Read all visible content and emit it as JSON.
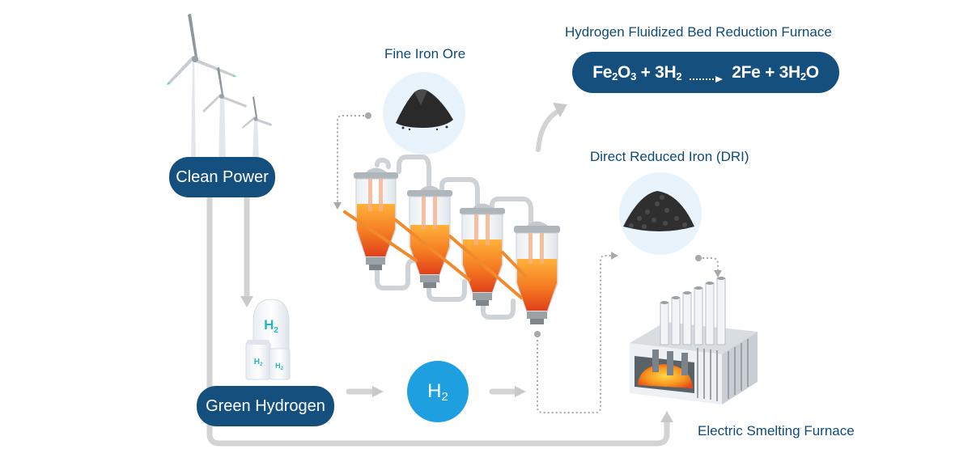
{
  "labels": {
    "clean_power": "Clean Power",
    "green_hydrogen": "Green Hydrogen",
    "fine_iron_ore": "Fine Iron Ore",
    "furnace_title": "Hydrogen Fluidized Bed Reduction Furnace",
    "dri": "Direct Reduced Iron (DRI)",
    "electric_smelting": "Electric Smelting Furnace"
  },
  "h2_symbol": {
    "element": "H",
    "subscript": "2"
  },
  "equation": {
    "fe": "Fe",
    "fe_sub": "2",
    "o": "O",
    "o_sub": "3",
    "plus1": " + 3H",
    "h_sub": "2",
    "products_a": "2Fe + 3H",
    "products_sub": "2",
    "products_b": "O"
  },
  "colors": {
    "navy": "#154f7d",
    "h2_blue": "#1e9fe0",
    "flow_gray": "#c8c8c8",
    "molten_orange": "#f3701f"
  },
  "icons": [
    "wind-turbine-icon",
    "hydrogen-tank-icon",
    "iron-ore-pile-icon",
    "dri-pellets-icon",
    "fluidized-bed-reactor-icon",
    "electric-furnace-icon"
  ]
}
